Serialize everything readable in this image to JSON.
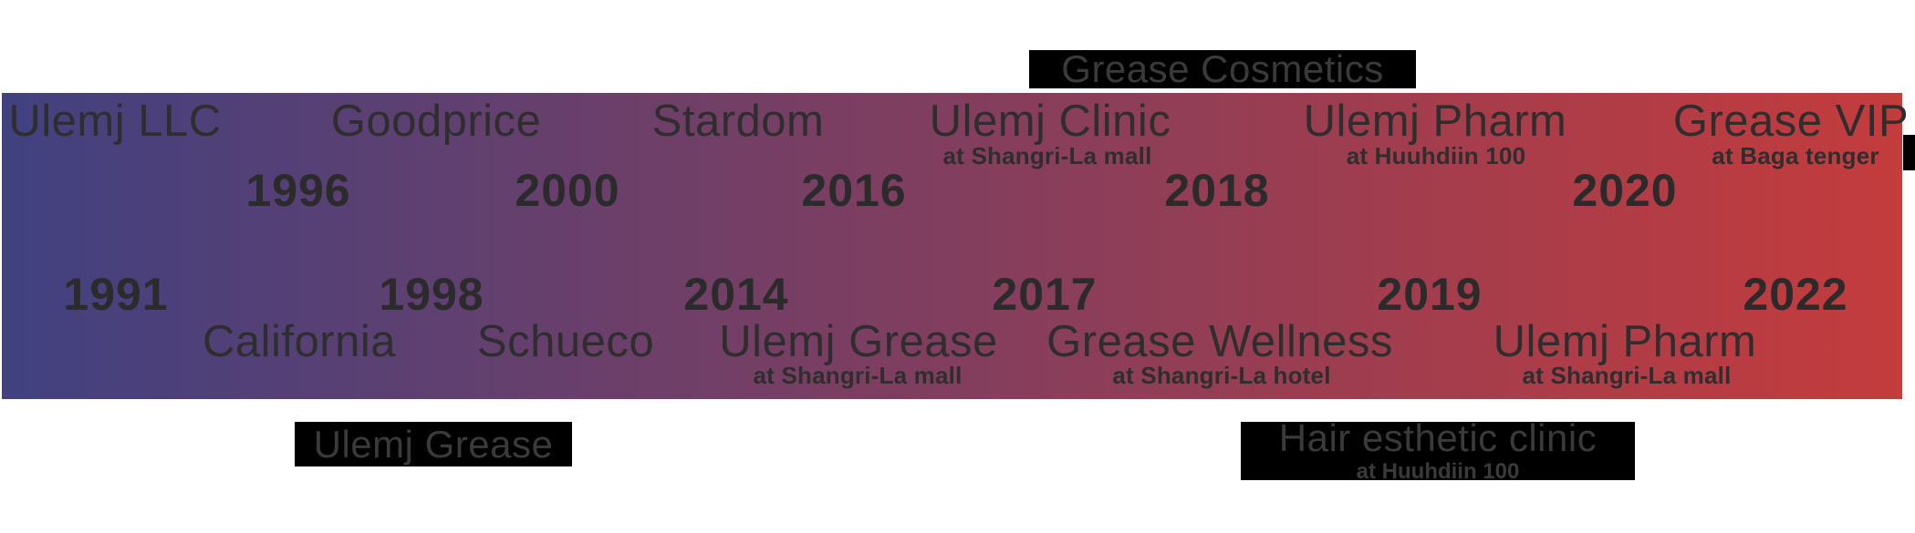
{
  "colors": {
    "gradient_start": "#414180",
    "gradient_mid": "#823e5e",
    "gradient_end": "#c43c3c",
    "band_text": "#2e2e2e",
    "callout_background": "#000000",
    "callout_text": "#3a3a3a"
  },
  "timeline": {
    "milestones": [
      {
        "year": "1991",
        "name": "Ulemj LLC",
        "note": ""
      },
      {
        "year": "1996",
        "name": "California",
        "note": ""
      },
      {
        "year": "1998",
        "name": "Goodprice",
        "note": ""
      },
      {
        "year": "2000",
        "name": "Schueco",
        "note": ""
      },
      {
        "year": "2014",
        "name": "Stardom",
        "note": ""
      },
      {
        "year": "2016",
        "name": "Ulemj Grease",
        "note": "at Shangri-La mall"
      },
      {
        "year": "2017",
        "name": "Ulemj Clinic",
        "note": "at Shangri-La mall"
      },
      {
        "year": "2018",
        "name": "Grease Wellness",
        "note": "at Shangri-La hotel"
      },
      {
        "year": "2019",
        "name": "Ulemj Pharm",
        "note": "at Huuhdiin 100"
      },
      {
        "year": "2020",
        "name": "Ulemj Pharm",
        "note": "at Shangri-La mall"
      },
      {
        "year": "2022",
        "name": "Grease VIP",
        "note": "at Baga tenger"
      }
    ],
    "callouts": [
      {
        "label": "Grease Cosmetics",
        "note": "",
        "position": "above-band"
      },
      {
        "label": "Ulemj Grease",
        "note": "",
        "position": "below-band"
      },
      {
        "label": "Hair esthetic clinic",
        "note": "at Huuhdiin 100",
        "position": "below-band"
      }
    ]
  }
}
